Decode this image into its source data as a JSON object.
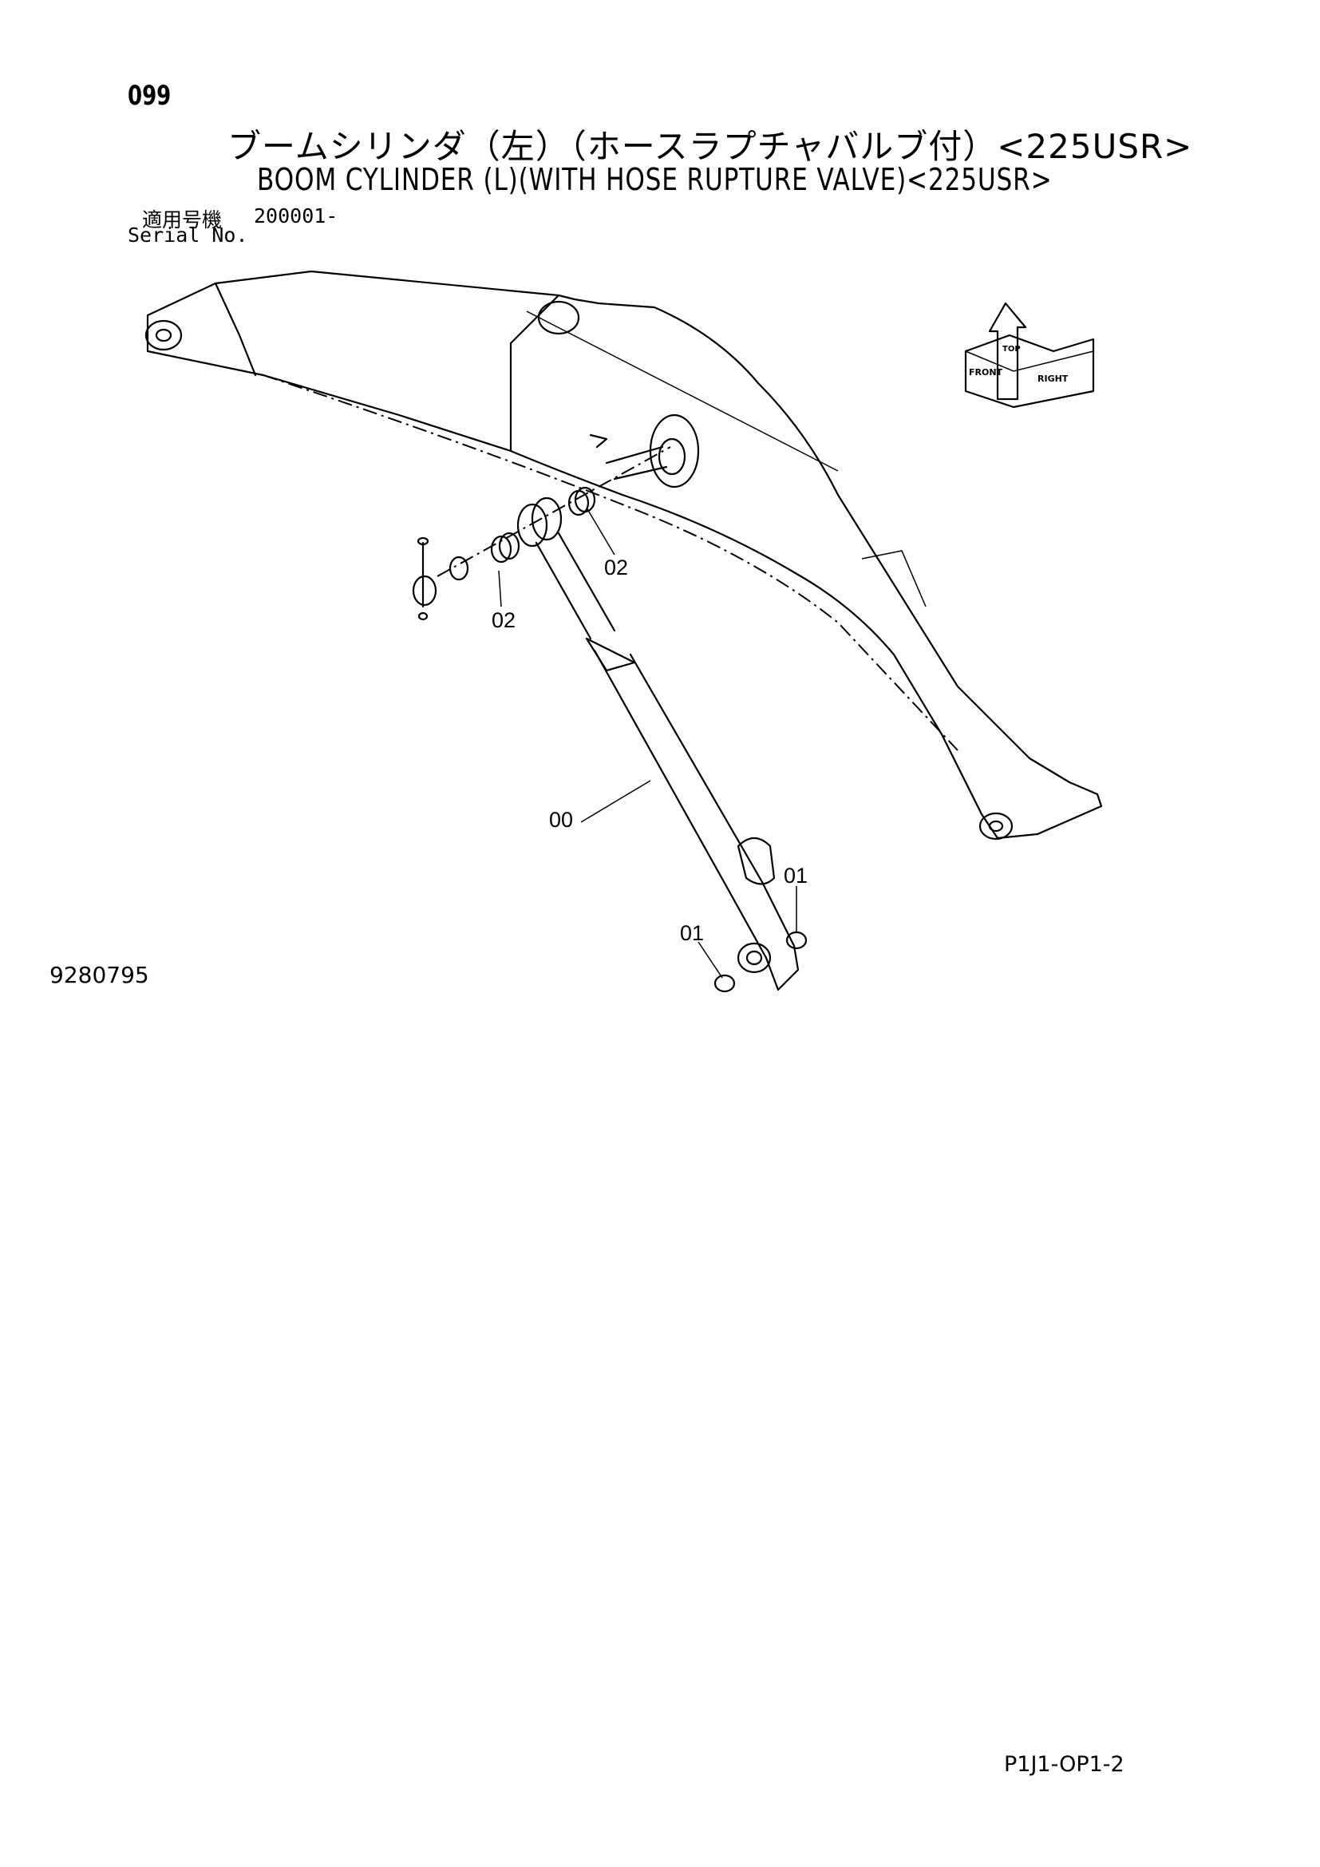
{
  "header": {
    "page_number": "099",
    "title_jp": "ブームシリンダ（左）（ホースラプチャバルブ付）<225USR>",
    "title_en": "BOOM CYLINDER (L)(WITH HOSE RUPTURE VALVE)<225USR>"
  },
  "serial": {
    "label_jp": "適用号機",
    "label_en": "Serial No.",
    "value": "200001-"
  },
  "callouts": {
    "c00": "00",
    "c01a": "01",
    "c01b": "01",
    "c02a": "02",
    "c02b": "02"
  },
  "orientation": {
    "top": "TOP",
    "front": "FRONT",
    "right": "RIGHT"
  },
  "drawing_number": "9280795",
  "sheet_code": "P1J1-OP1-2"
}
